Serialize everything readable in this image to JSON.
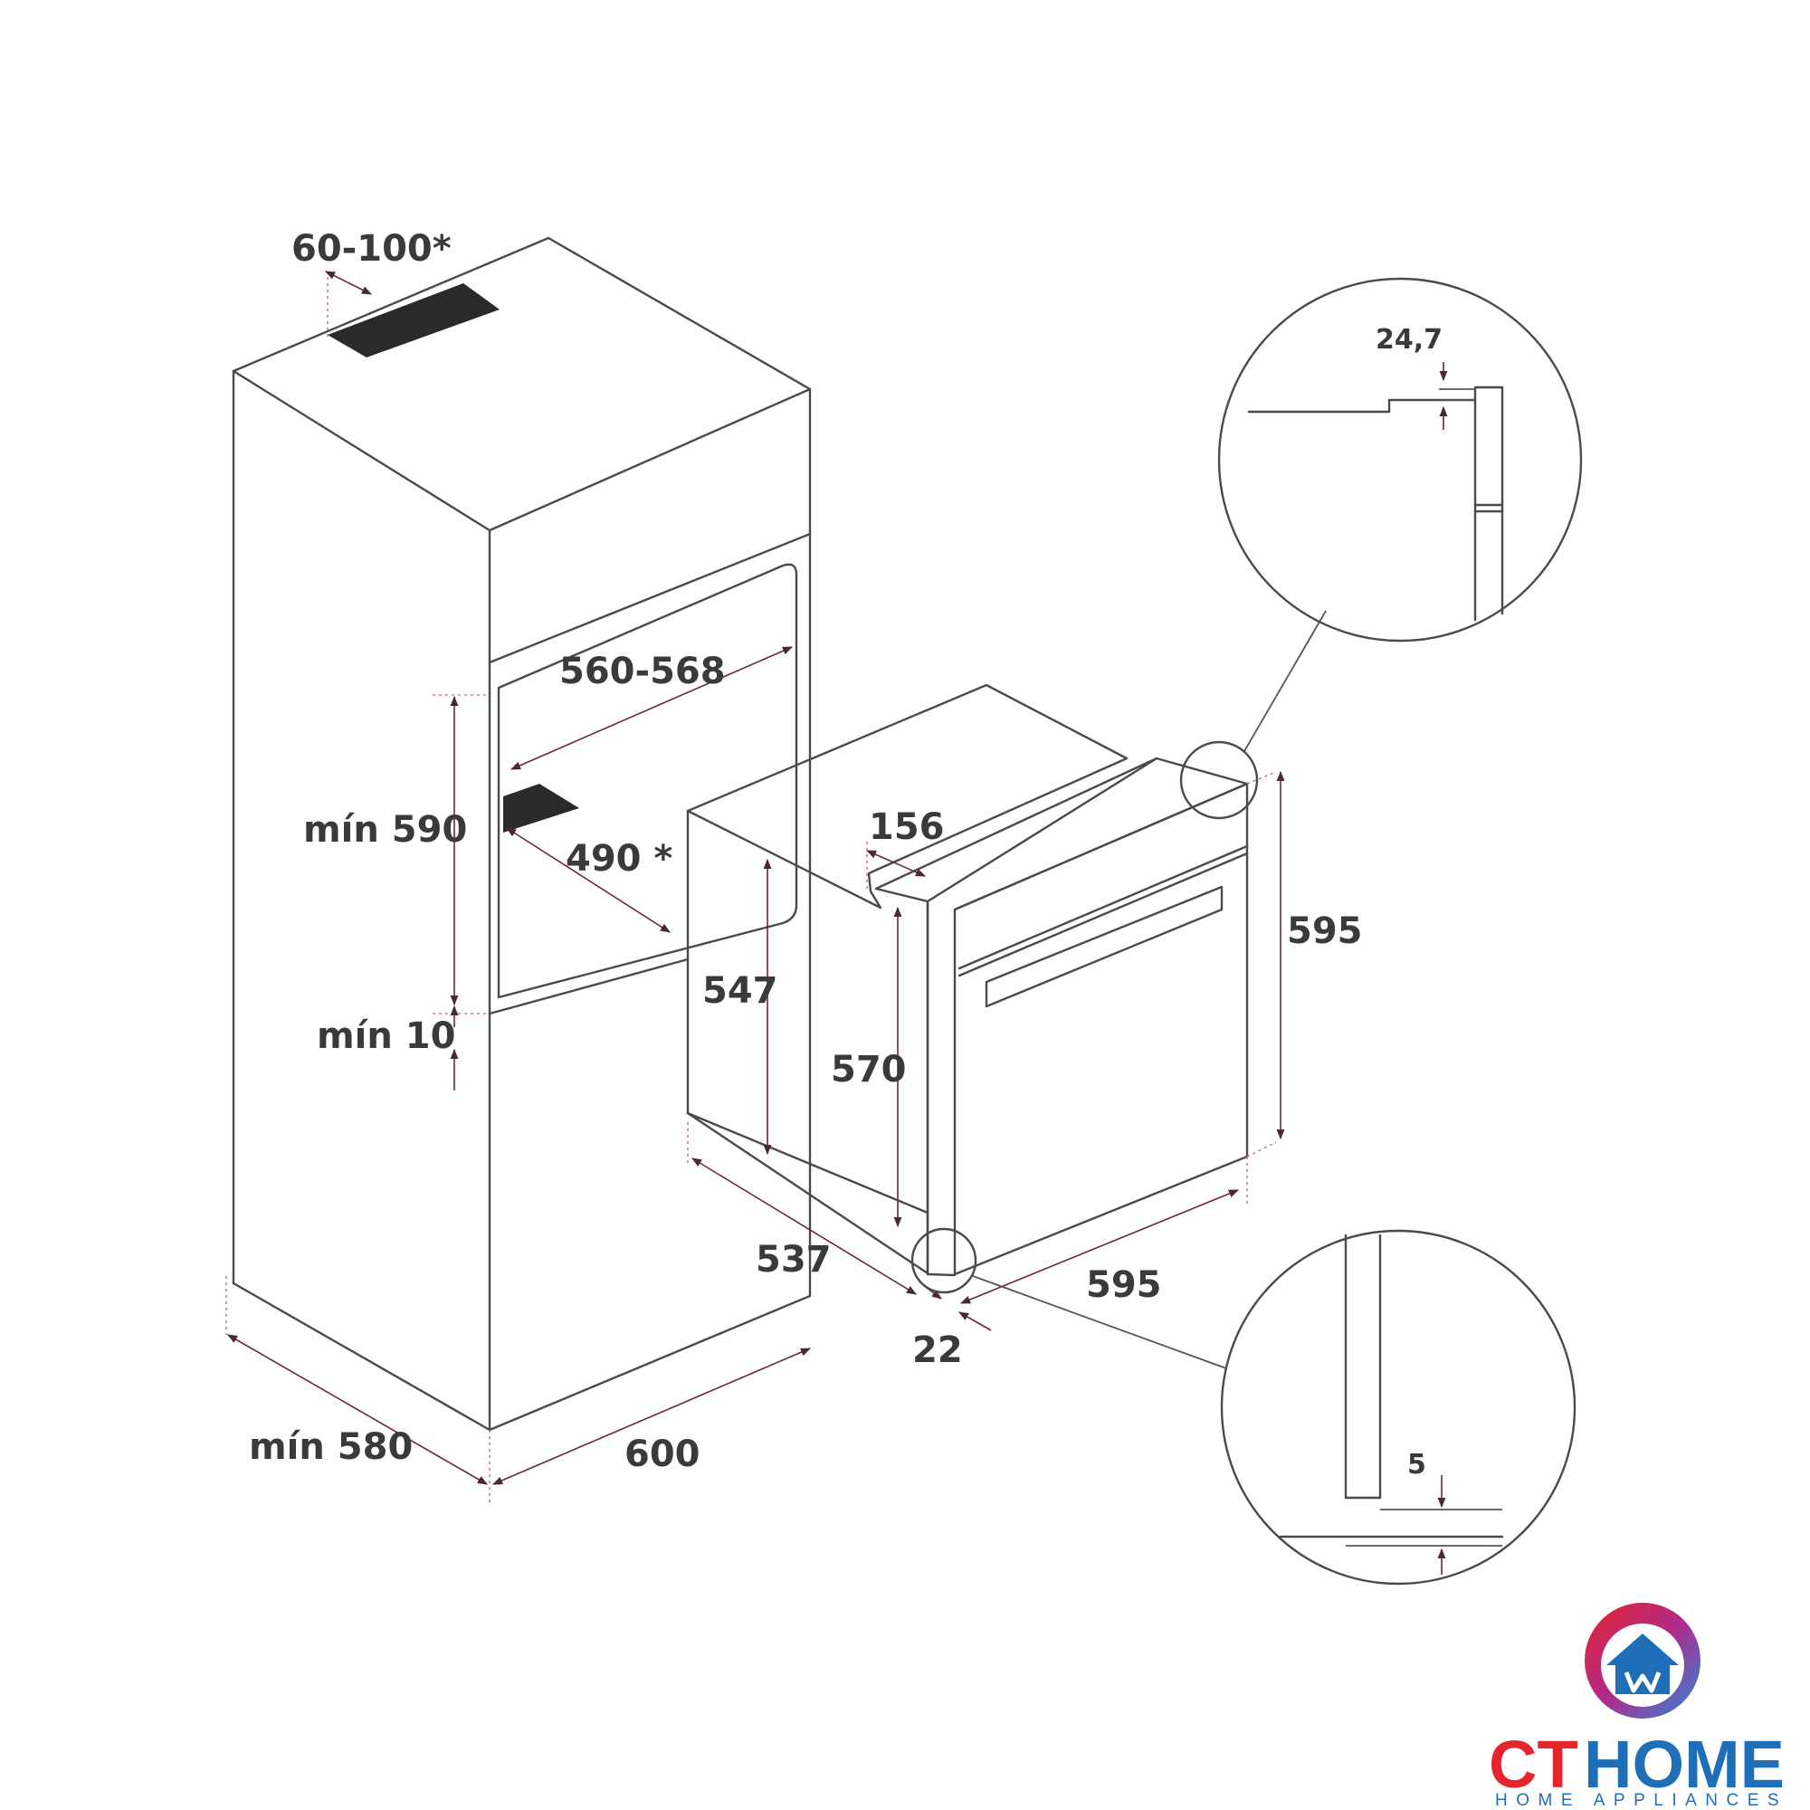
{
  "dimensions": {
    "vent_gap": "60-100*",
    "niche_width": "560-568",
    "min_height": "mín 590",
    "vent_depth": "490 *",
    "min_base": "mín 10",
    "cabinet_depth": "mín 580",
    "cabinet_width": "600",
    "top_step": "156",
    "body_height": "547",
    "inner_height": "570",
    "front_height": "595",
    "oven_depth": "537",
    "front_width": "595",
    "front_offset": "22",
    "detail_top": "24,7",
    "detail_bottom": "5"
  },
  "logo": {
    "brand_ct": "CT",
    "brand_home": "HOME",
    "subtitle": "HOME APPLIANCES",
    "colors": {
      "ct": "#e5242b",
      "home": "#1f6fb8",
      "gradient_start": "#e5242b",
      "gradient_end": "#2b88d8"
    }
  }
}
